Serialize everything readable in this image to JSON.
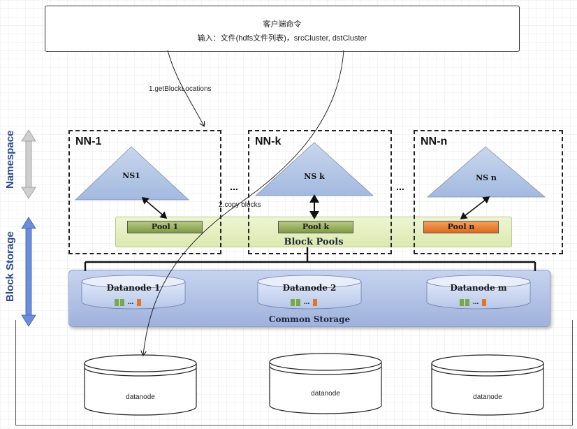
{
  "client": {
    "title": "客户端命令",
    "subtitle": "输入：文件(hdfs文件列表)，srcCluster, dstCluster"
  },
  "steps": {
    "step1": "1.getBlockLocations",
    "step2": "2.copy blocks"
  },
  "side_labels": {
    "namespace": "Namespace",
    "block_storage": "Block Storage"
  },
  "namenodes": [
    {
      "box": "NN-1",
      "ns": "NS1",
      "pool": "Pool 1",
      "pool_color": "#7f9b45"
    },
    {
      "box": "NN-k",
      "ns": "NS k",
      "pool": "Pool k",
      "pool_color": "#7f9b45"
    },
    {
      "box": "NN-n",
      "ns": "NS n",
      "pool": "Pool n",
      "pool_color": "#dd6a1c"
    }
  ],
  "ellipsis": [
    "...",
    "..."
  ],
  "block_pools_label": "Block Pools",
  "common_storage_label": "Common Storage",
  "datanodes": [
    {
      "name": "Datanode 1",
      "dots": "..."
    },
    {
      "name": "Datanode 2",
      "dots": "..."
    },
    {
      "name": "Datanode m",
      "dots": "..."
    }
  ],
  "target_datanodes": [
    "datanode",
    "datanode",
    "datanode"
  ],
  "colors": {
    "namespace_arrow": "#c9c9c9",
    "storage_arrow": "#5b7bd0",
    "triangle": "#b4c7e4",
    "common_storage": "#b3c2e6",
    "block_pools": "#e4eec2"
  }
}
